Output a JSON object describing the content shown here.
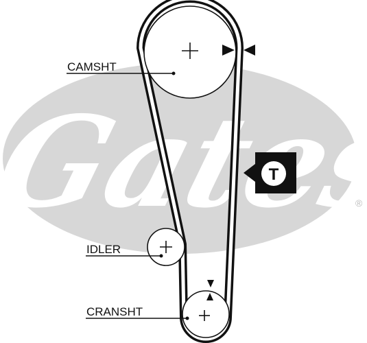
{
  "colors": {
    "background": "#ffffff",
    "logo_oval": "#d7d7d7",
    "logo_text": "#ffffff",
    "line": "#111111"
  },
  "logo": {
    "wordmark": "Gates",
    "registered_mark": "®"
  },
  "labels": {
    "camshaft": "CAMSHT",
    "idler": "IDLER",
    "crankshaft": "CRANSHT"
  },
  "tension_marker": {
    "letter": "T"
  }
}
